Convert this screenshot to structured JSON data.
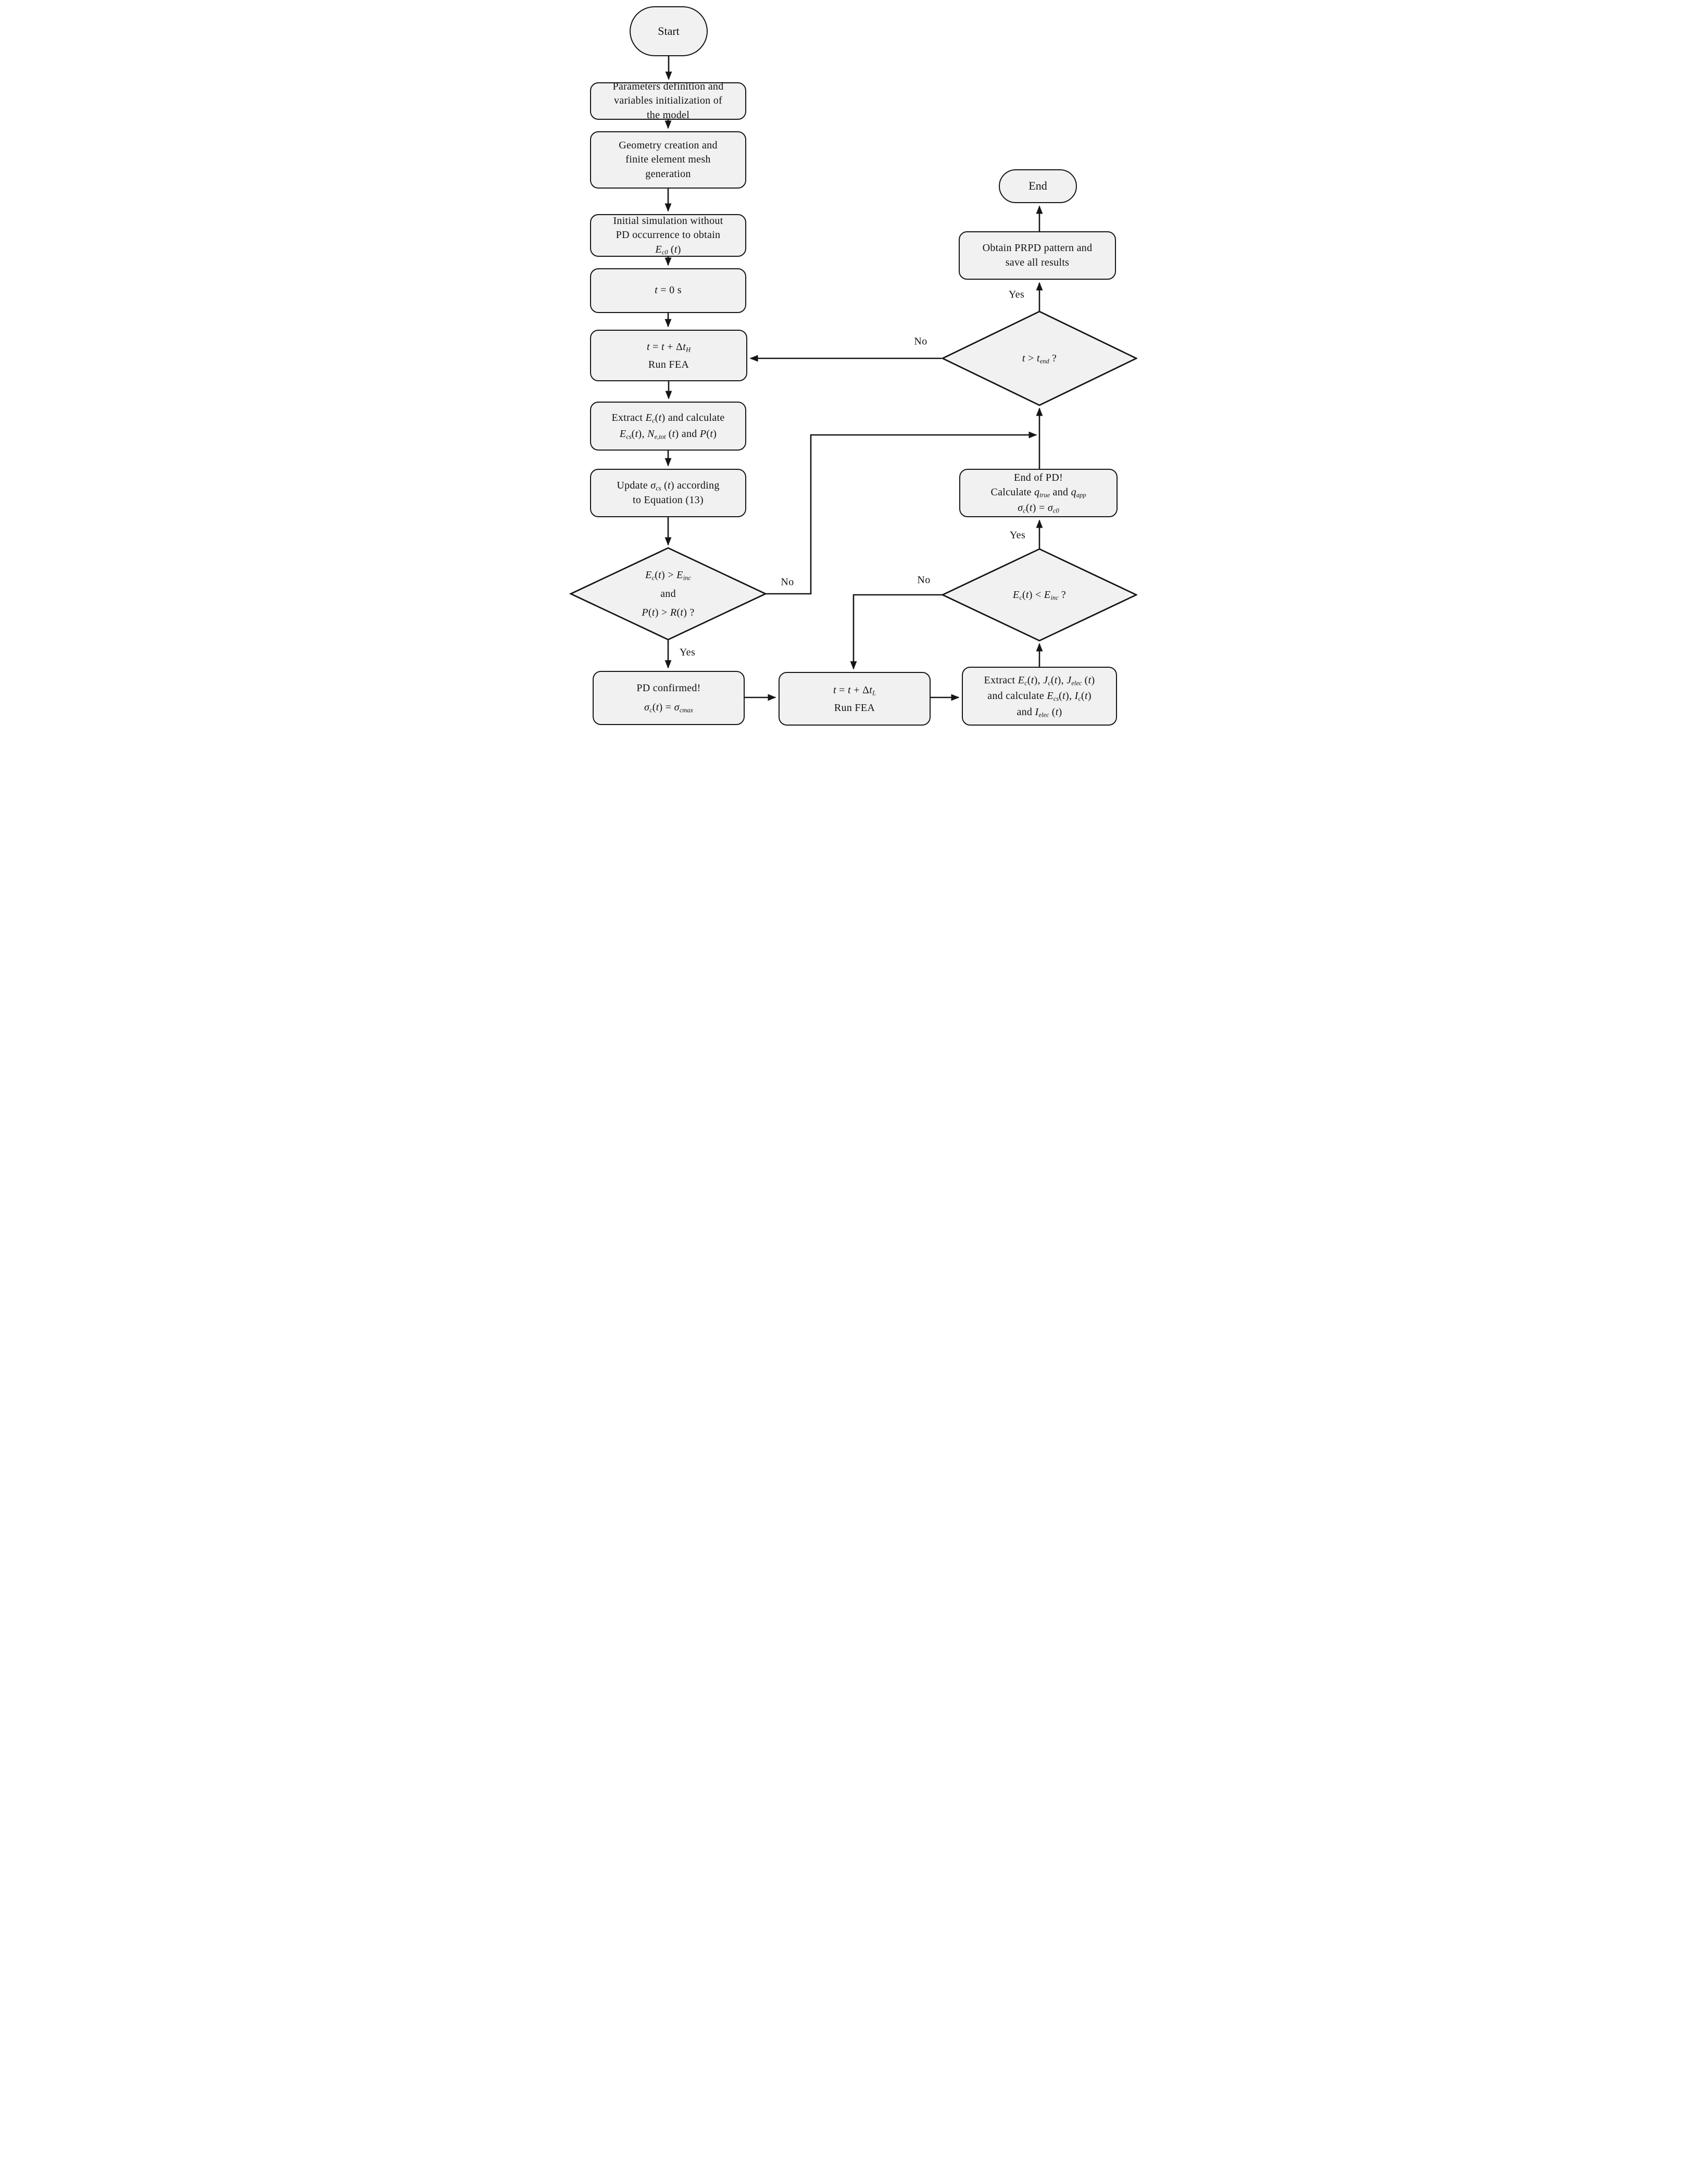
{
  "figure": {
    "type": "flowchart"
  },
  "theme": {
    "node_fill": "#f1f1f1",
    "node_stroke": "#151515",
    "arrow": "#151515",
    "background": "#ffffff",
    "text": "#111111"
  },
  "labels": {
    "yes": "Yes",
    "no": "No"
  },
  "nodes": {
    "start": {
      "label": "Start"
    },
    "params": {
      "lines": [
        "Parameters definition and",
        "variables initialization of",
        "the model"
      ]
    },
    "geometry": {
      "lines": [
        "Geometry creation and",
        "finite element mesh",
        "generation"
      ]
    },
    "initial_sim": {
      "lines": [
        "Initial simulation without",
        "PD occurrence to obtain",
        [
          {
            "t": "E",
            "s": "i"
          },
          {
            "t": "c0",
            "s": "sub"
          },
          {
            "t": " ("
          },
          {
            "t": "t",
            "s": "i"
          },
          {
            "t": ")"
          }
        ]
      ]
    },
    "t_zero": {
      "lines": [
        [
          {
            "t": "t",
            "s": "i"
          },
          {
            "t": " = 0 s"
          }
        ]
      ]
    },
    "t_step_h": {
      "lines": [
        [
          {
            "t": "t",
            "s": "i"
          },
          {
            "t": " = "
          },
          {
            "t": "t",
            "s": "i"
          },
          {
            "t": " + Δ"
          },
          {
            "t": "t",
            "s": "i"
          },
          {
            "t": "H",
            "s": "sub"
          }
        ],
        "Run FEA"
      ]
    },
    "extract_high": {
      "lines": [
        [
          "Extract ",
          {
            "t": "E",
            "s": "i"
          },
          {
            "t": "c",
            "s": "sub"
          },
          "(",
          {
            "t": "t",
            "s": "i"
          },
          ") and calculate"
        ],
        [
          {
            "t": "E",
            "s": "i"
          },
          {
            "t": "cs",
            "s": "sub"
          },
          "(",
          {
            "t": "t",
            "s": "i"
          },
          "), ",
          {
            "t": "N",
            "s": "i"
          },
          {
            "t": "e,tot",
            "s": "sub"
          },
          " (",
          {
            "t": "t",
            "s": "i"
          },
          ") and ",
          {
            "t": "P",
            "s": "i"
          },
          "(",
          {
            "t": "t",
            "s": "i"
          },
          ")"
        ]
      ]
    },
    "update_sigma": {
      "lines": [
        [
          "Update ",
          {
            "t": "σ",
            "s": "i"
          },
          {
            "t": "cs",
            "s": "sub"
          },
          " (",
          {
            "t": "t",
            "s": "i"
          },
          ") according"
        ],
        "to Equation (13)"
      ]
    },
    "decision_pd": {
      "lines": [
        [
          {
            "t": "E",
            "s": "i"
          },
          {
            "t": "c",
            "s": "sub"
          },
          "(",
          {
            "t": "t",
            "s": "i"
          },
          ") > ",
          {
            "t": "E",
            "s": "i"
          },
          {
            "t": "inc",
            "s": "sub"
          }
        ],
        "and",
        [
          {
            "t": "P",
            "s": "i"
          },
          "(",
          {
            "t": "t",
            "s": "i"
          },
          ") > ",
          {
            "t": "R",
            "s": "i"
          },
          "(",
          {
            "t": "t",
            "s": "i"
          },
          ") ?"
        ]
      ]
    },
    "pd_confirmed": {
      "lines": [
        "PD confirmed!",
        [
          {
            "t": "σ",
            "s": "i"
          },
          {
            "t": "c",
            "s": "sub"
          },
          "(",
          {
            "t": "t",
            "s": "i"
          },
          ") = ",
          {
            "t": "σ",
            "s": "i"
          },
          {
            "t": "cmax",
            "s": "sub"
          }
        ]
      ]
    },
    "t_step_l": {
      "lines": [
        [
          {
            "t": "t",
            "s": "i"
          },
          {
            "t": " = "
          },
          {
            "t": "t",
            "s": "i"
          },
          {
            "t": " + Δ"
          },
          {
            "t": "t",
            "s": "i"
          },
          {
            "t": "L",
            "s": "sub"
          }
        ],
        "Run FEA"
      ]
    },
    "extract_low": {
      "lines": [
        [
          "Extract ",
          {
            "t": "E",
            "s": "i"
          },
          {
            "t": "c",
            "s": "sub"
          },
          "(",
          {
            "t": "t",
            "s": "i"
          },
          "), ",
          {
            "t": "J",
            "s": "i"
          },
          {
            "t": "c",
            "s": "sub"
          },
          "(",
          {
            "t": "t",
            "s": "i"
          },
          "), ",
          {
            "t": "J",
            "s": "i"
          },
          {
            "t": "elec",
            "s": "sub"
          },
          " (",
          {
            "t": "t",
            "s": "i"
          },
          ")"
        ],
        [
          "and calculate ",
          {
            "t": "E",
            "s": "i"
          },
          {
            "t": "cs",
            "s": "sub"
          },
          "(",
          {
            "t": "t",
            "s": "i"
          },
          "), ",
          {
            "t": "I",
            "s": "i"
          },
          {
            "t": "c",
            "s": "sub"
          },
          "(",
          {
            "t": "t",
            "s": "i"
          },
          ")"
        ],
        [
          "and ",
          {
            "t": "I",
            "s": "i"
          },
          {
            "t": "elec",
            "s": "sub"
          },
          " (",
          {
            "t": "t",
            "s": "i"
          },
          ")"
        ]
      ]
    },
    "decision_einc": {
      "lines": [
        [
          {
            "t": "E",
            "s": "i"
          },
          {
            "t": "c",
            "s": "sub"
          },
          "(",
          {
            "t": "t",
            "s": "i"
          },
          ") < ",
          {
            "t": "E",
            "s": "i"
          },
          {
            "t": "inc",
            "s": "sub"
          },
          "  ?"
        ]
      ]
    },
    "end_of_pd": {
      "lines": [
        "End of PD!",
        [
          "Calculate ",
          {
            "t": "q",
            "s": "i"
          },
          {
            "t": "true",
            "s": "sub"
          },
          "  and ",
          {
            "t": "q",
            "s": "i"
          },
          {
            "t": "app",
            "s": "sub"
          }
        ],
        [
          {
            "t": "σ",
            "s": "i"
          },
          {
            "t": "c",
            "s": "sub"
          },
          "(",
          {
            "t": "t",
            "s": "i"
          },
          ") = ",
          {
            "t": "σ",
            "s": "i"
          },
          {
            "t": "c0",
            "s": "sub"
          }
        ]
      ]
    },
    "decision_tend": {
      "lines": [
        [
          {
            "t": "t",
            "s": "i"
          },
          {
            "t": " > "
          },
          {
            "t": "t",
            "s": "i"
          },
          {
            "t": "end",
            "s": "sub"
          },
          {
            "t": "  ?"
          }
        ]
      ]
    },
    "prpd": {
      "lines": [
        "Obtain PRPD pattern and",
        "save all results"
      ]
    },
    "end": {
      "label": "End"
    }
  }
}
